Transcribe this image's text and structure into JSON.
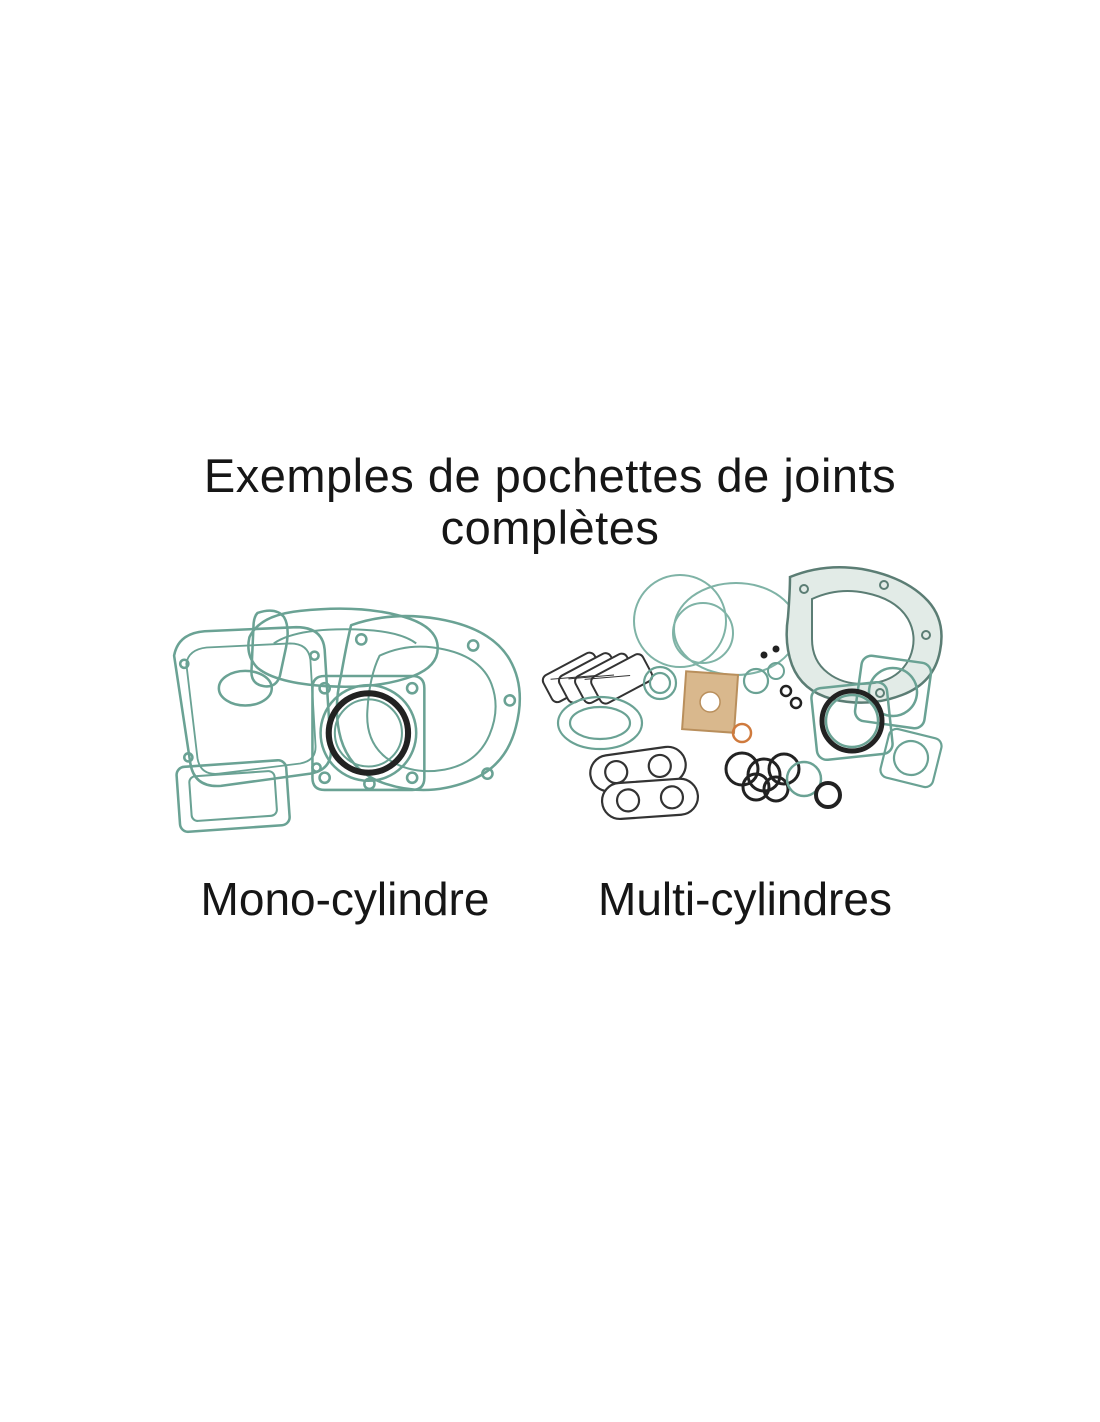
{
  "page": {
    "background": "#ffffff",
    "title_line1": "Exemples de pochettes de joints",
    "title_line2": "complètes"
  },
  "captions": {
    "left": "Mono-cylindre",
    "right": "Multi-cylindres"
  },
  "colors": {
    "gasket_teal": "#6aa294",
    "gasket_teal_dark": "#4f8578",
    "gasket_shade": "#e2ebe7",
    "ring_black": "#222222",
    "paper_tan": "#d9b88d",
    "paper_tan_edge": "#b98f5c",
    "accent_orange": "#cf7a3d",
    "text": "#161616"
  }
}
